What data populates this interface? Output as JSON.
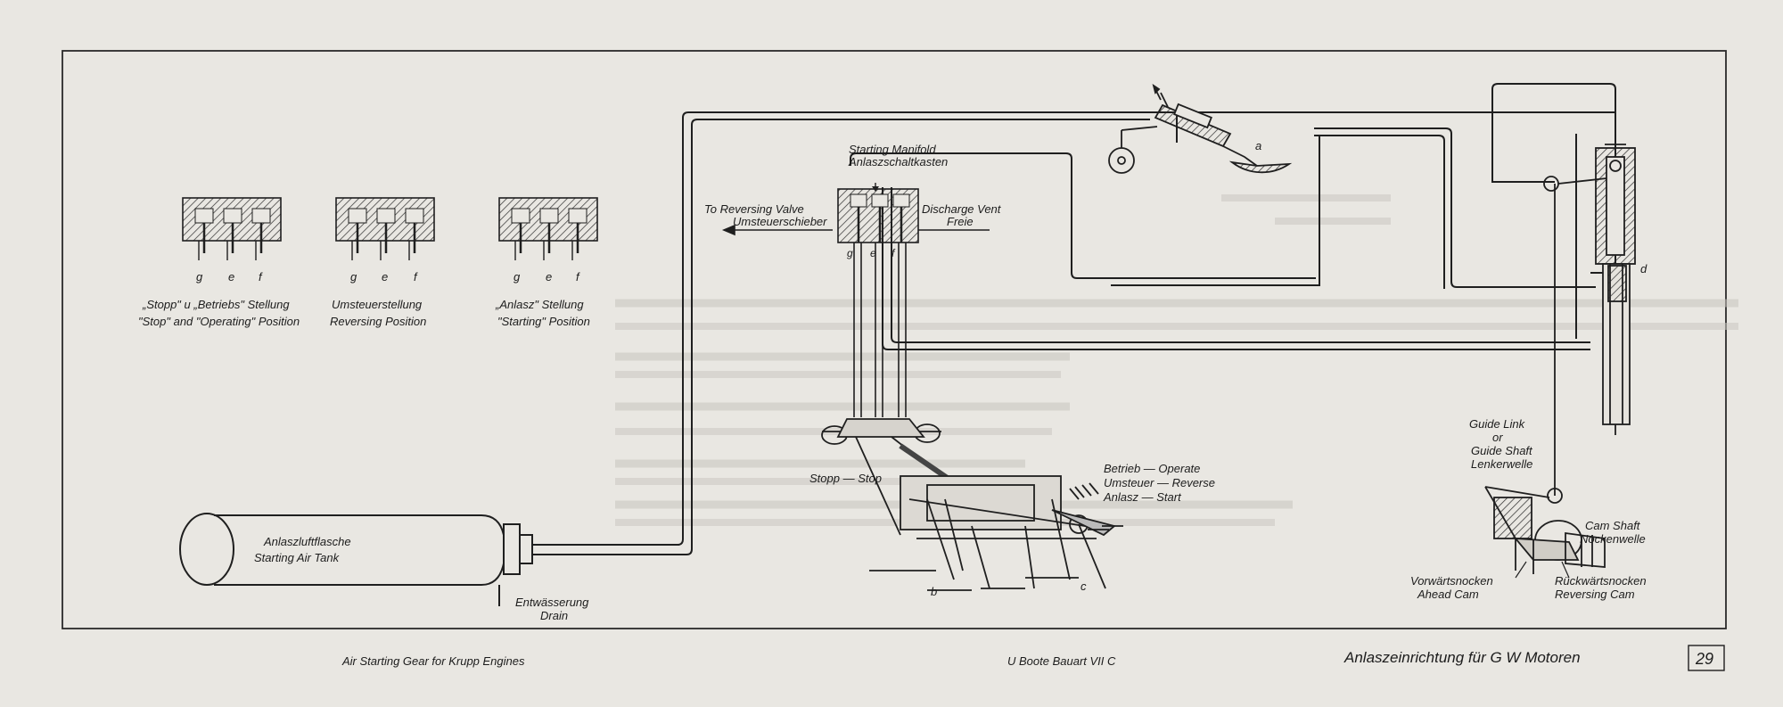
{
  "positions": {
    "stopp_operating": {
      "line1": "„Stopp\" u „Betriebs\" Stellung",
      "line2": "\"Stop\" and \"Operating\" Position"
    },
    "reversing": {
      "line1": "Umsteuerstellung",
      "line2": "Reversing Position"
    },
    "starting": {
      "line1": "„Anlasz\" Stellung",
      "line2": "\"Starting\" Position"
    },
    "port_letters": [
      "g",
      "e",
      "f"
    ]
  },
  "manifold": {
    "line1": "Starting Manifold",
    "line2": "Anlaszschaltkasten"
  },
  "reversing_valve": {
    "line1": "To Reversing Valve",
    "line2": "Umsteuerschieber"
  },
  "discharge": {
    "line1": "Discharge Vent",
    "line2": "Freie"
  },
  "tank": {
    "line1": "Anlaszluftflasche",
    "line2": "Starting Air Tank"
  },
  "drain": {
    "line1": "Entwässerung",
    "line2": "Drain"
  },
  "lever": {
    "stopp": "Stopp — Stop",
    "betrieb": "Betrieb — Operate",
    "umsteuer": "Umsteuer — Reverse",
    "anlasz": "Anlasz — Start"
  },
  "guide": {
    "line1": "Guide Link",
    "line2": "or",
    "line3": "Guide Shaft",
    "line4": "Lenkerwelle"
  },
  "cam_shaft": {
    "line1": "Cam Shaft",
    "line2": "Nockenwelle"
  },
  "ahead_cam": {
    "line1": "Vorwärtsnocken",
    "line2": "Ahead Cam"
  },
  "reversing_cam": {
    "line1": "Rückwärtsnocken",
    "line2": "Reversing Cam"
  },
  "letters": {
    "a": "a",
    "b": "b",
    "c": "c",
    "d": "d"
  },
  "footer": {
    "left": "Air Starting Gear for Krupp Engines",
    "center": "U Boote Bauart VII C",
    "right": "Anlaszeinrichtung für G W Motoren",
    "page": "29"
  }
}
